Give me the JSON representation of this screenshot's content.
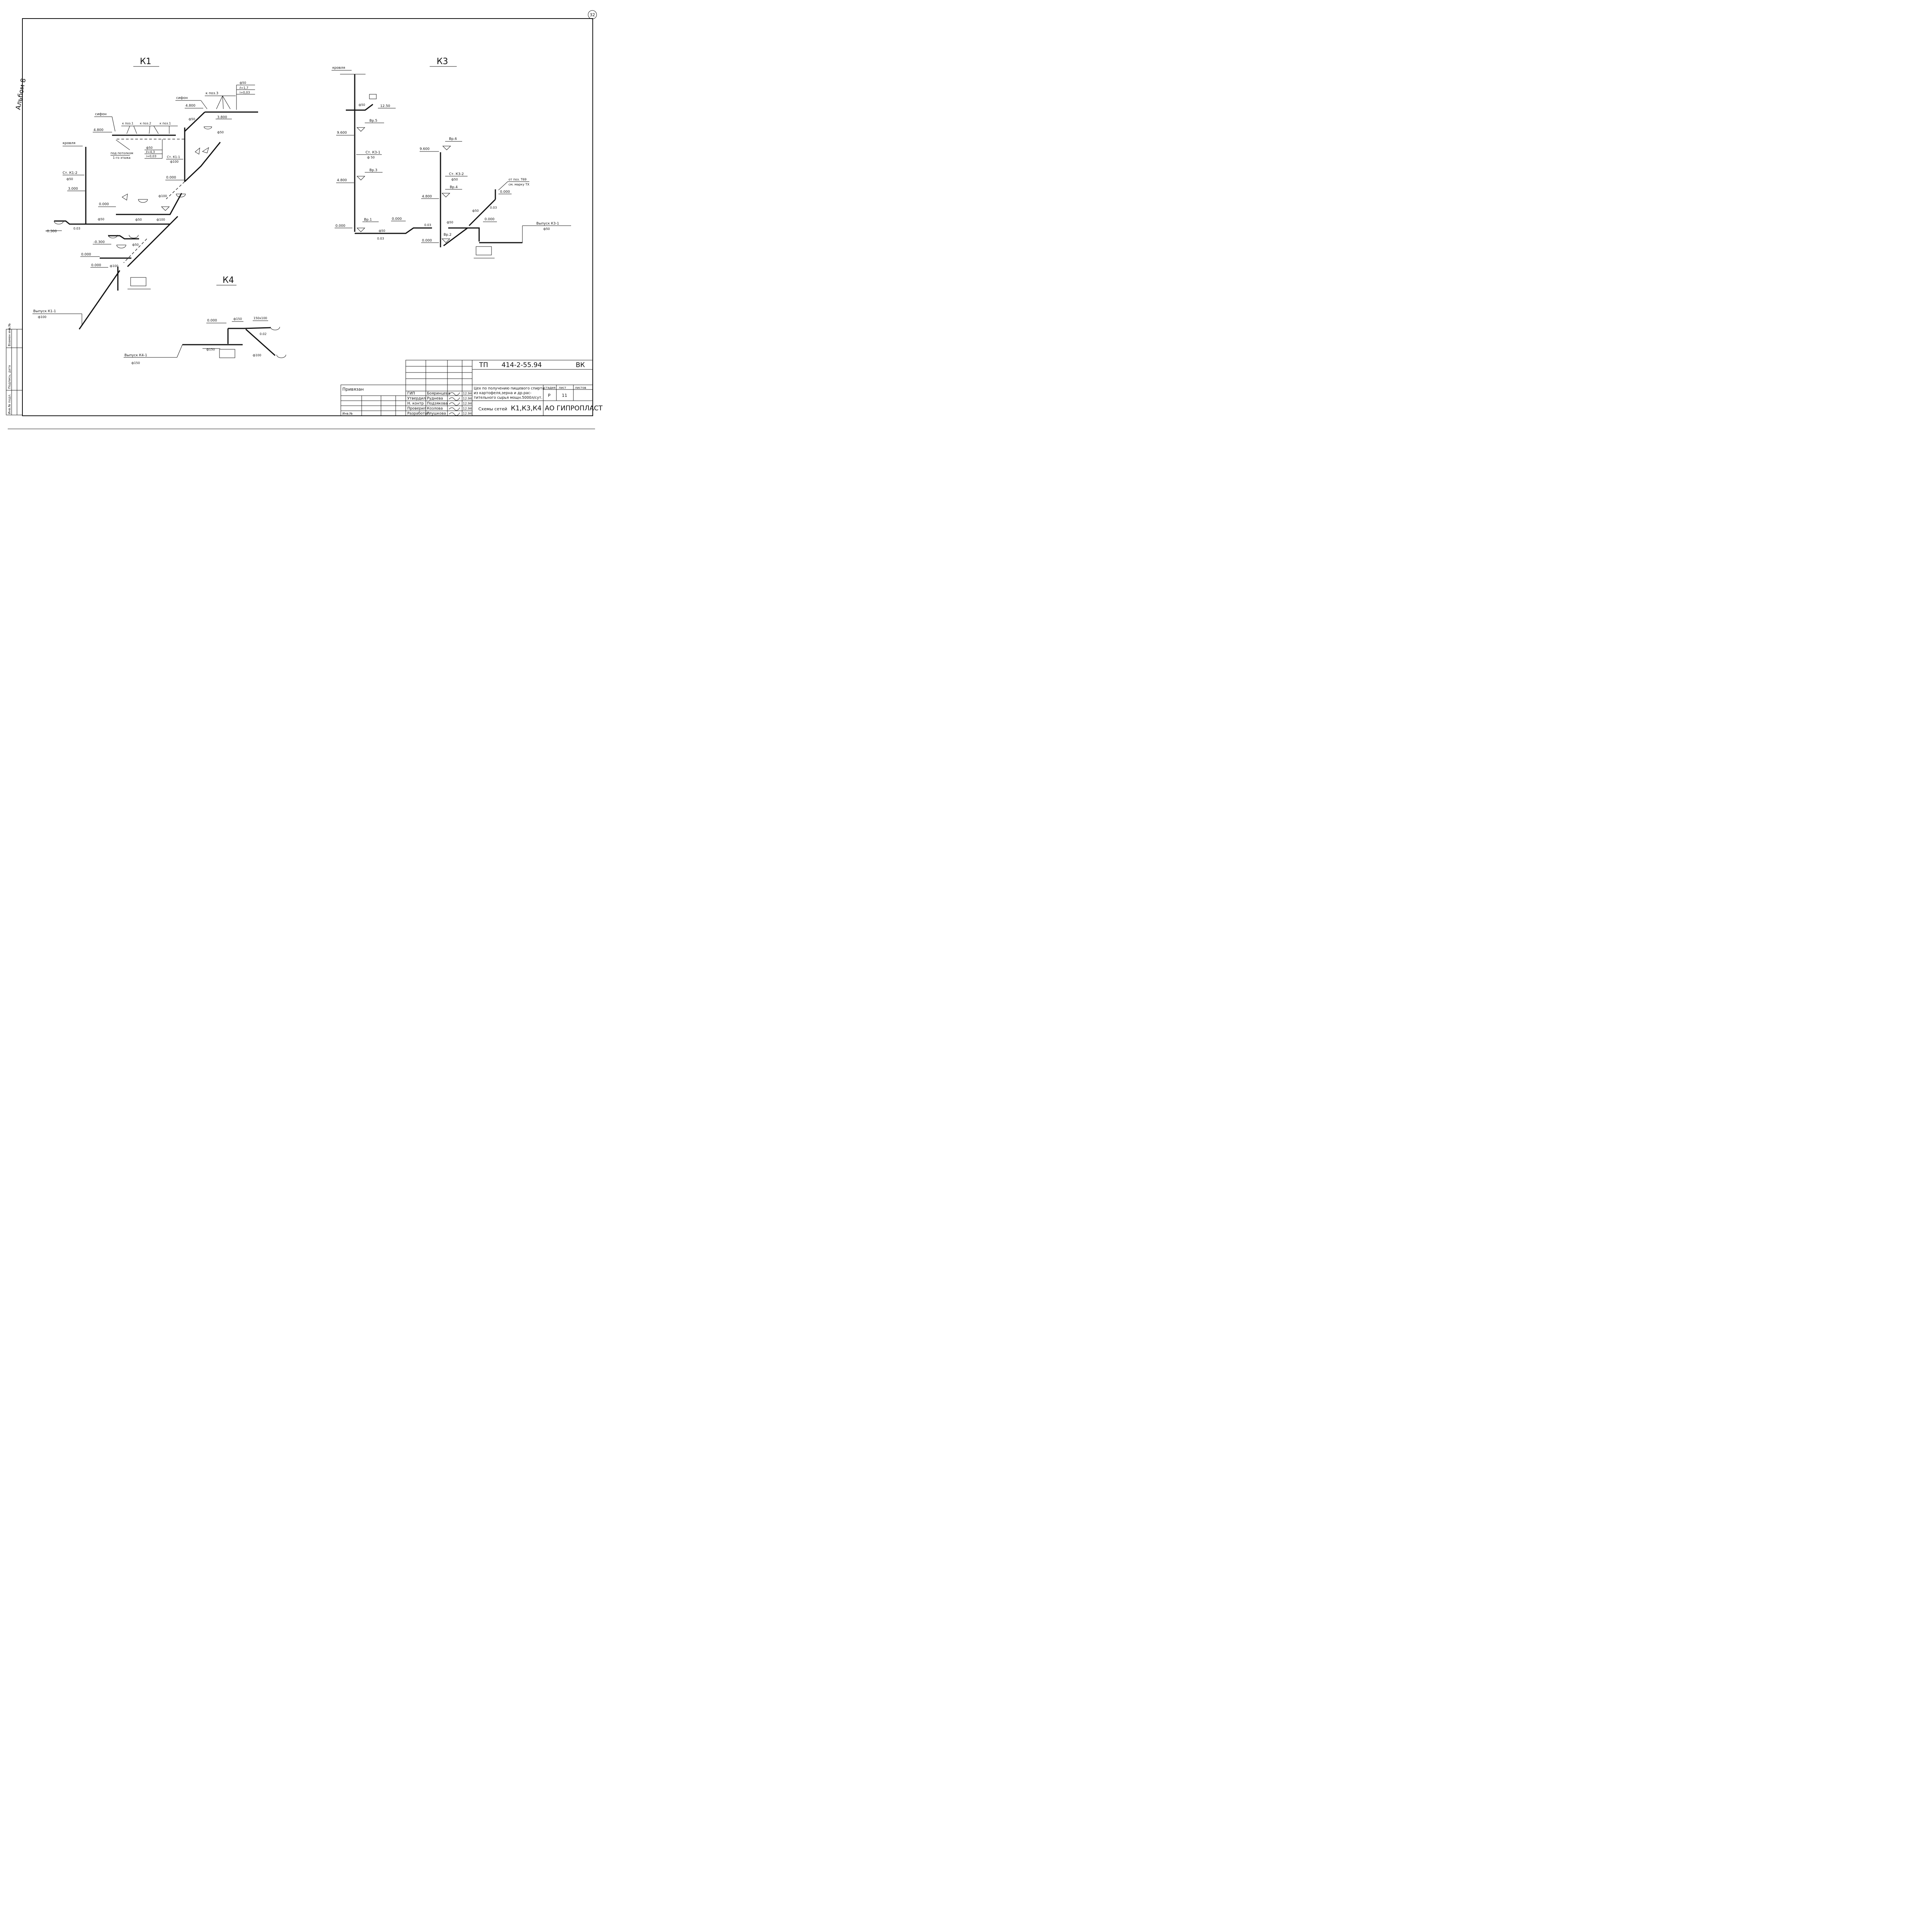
{
  "sheet": {
    "sheet_number": "32",
    "album_label": "Альбом 8",
    "side_stamp": [
      "Инв.№ подл.",
      "Подпись, дата",
      "Взамен инв.№"
    ]
  },
  "schemes": {
    "k1": {
      "title": "К1",
      "labels": {
        "roof": "кровля",
        "siphon_left": "сифон",
        "siphon_top": "сифон",
        "to_pos1a": "к поз.1",
        "to_pos2": "к поз.2",
        "to_pos1b": "к поз.1",
        "to_pos3": "к поз.3",
        "under_ceiling_1": "под потолком",
        "under_ceiling_2": "1-го этажа",
        "riser_k1_2": "Ст. К1-2",
        "riser_k1_2_d": "ф50",
        "riser_k1_1": "Ст. К1-1",
        "riser_k1_1_d": "ф100",
        "outlet": "Выпуск К1-1",
        "outlet_d": "ф100",
        "box_d": "ф50",
        "box_l": "ℓ=4,3",
        "box_i": "i=0,03",
        "top_box_d": "ф50",
        "top_box_l": "ℓ=1,7",
        "top_box_i": "i=0,03"
      },
      "elevations": [
        "4.800",
        "4.800",
        "3.800",
        "3.000",
        "0.000",
        "0.000",
        "-0.300",
        "-0.300",
        "0.000",
        "0.000"
      ],
      "diameters": [
        "ф50",
        "ф50",
        "ф50",
        "ф100",
        "ф50",
        "ф100",
        "ф50",
        "ф100",
        "ф50"
      ],
      "slope": "0.03"
    },
    "k3": {
      "title": "К3",
      "labels": {
        "roof": "кровля",
        "riser_k3_1": "Ст. К3-1",
        "riser_k3_1_d": "ф 50",
        "riser_k3_2": "Ст. К3-2",
        "riser_k3_2_d": "ф50",
        "from_pos_1": "от поз. Т69",
        "from_pos_2": "см. марку ТХ",
        "outlet": "Выпуск К3-1",
        "outlet_d": "ф50",
        "d_top": "ф50",
        "d_bottom": "ф50",
        "d_right1": "ф50",
        "d_right2": "ф50"
      },
      "funnels": [
        "Вр.5",
        "Вр.3",
        "Вр.1",
        "Вр.6",
        "Вр.4",
        "Вр.2"
      ],
      "elevations": [
        "12.50",
        "9.600",
        "4.800",
        "0.000",
        "9.600",
        "4.800",
        "0.000",
        "0.000",
        "0.000",
        "0.000"
      ],
      "slopes": [
        "0.03",
        "0.03",
        "0.03"
      ]
    },
    "k4": {
      "title": "К4",
      "labels": {
        "elevation": "0.000",
        "d1": "ф150",
        "d2": "150x100",
        "slope": "0.02",
        "d3": "ф150",
        "d4": "ф100",
        "outlet": "Выпуск К4-1",
        "outlet_d": "ф150"
      }
    }
  },
  "title_block": {
    "doc_code_prefix": "ТП",
    "doc_code": "414-2-55.94",
    "doc_mark": "ВК",
    "linked": "Привязан",
    "inv": "Инв.№",
    "roles": [
      "ГИП",
      "Утвердил",
      "Н. контр",
      "Проверил",
      "Разработал"
    ],
    "names": [
      "Бояринцева",
      "Руднева",
      "Подзякова",
      "Козлова",
      "Глушкова"
    ],
    "dates": [
      "12.94",
      "12.94",
      "12.94",
      "12.94",
      "12.94"
    ],
    "project_title": [
      "Цех по получению пищевого спирта",
      "из картофеля,зерна и др.рас-",
      "тительного сырья мощн.5000л/сут."
    ],
    "stage_header": "стадия",
    "sheet_header": "лист",
    "sheets_header": "листов",
    "stage": "Р",
    "sheet": "11",
    "drawing_name_prefix": "Схемы сетей",
    "drawing_name": "К1,К3,К4",
    "org": "АО ГИПРОПЛАСТ"
  }
}
